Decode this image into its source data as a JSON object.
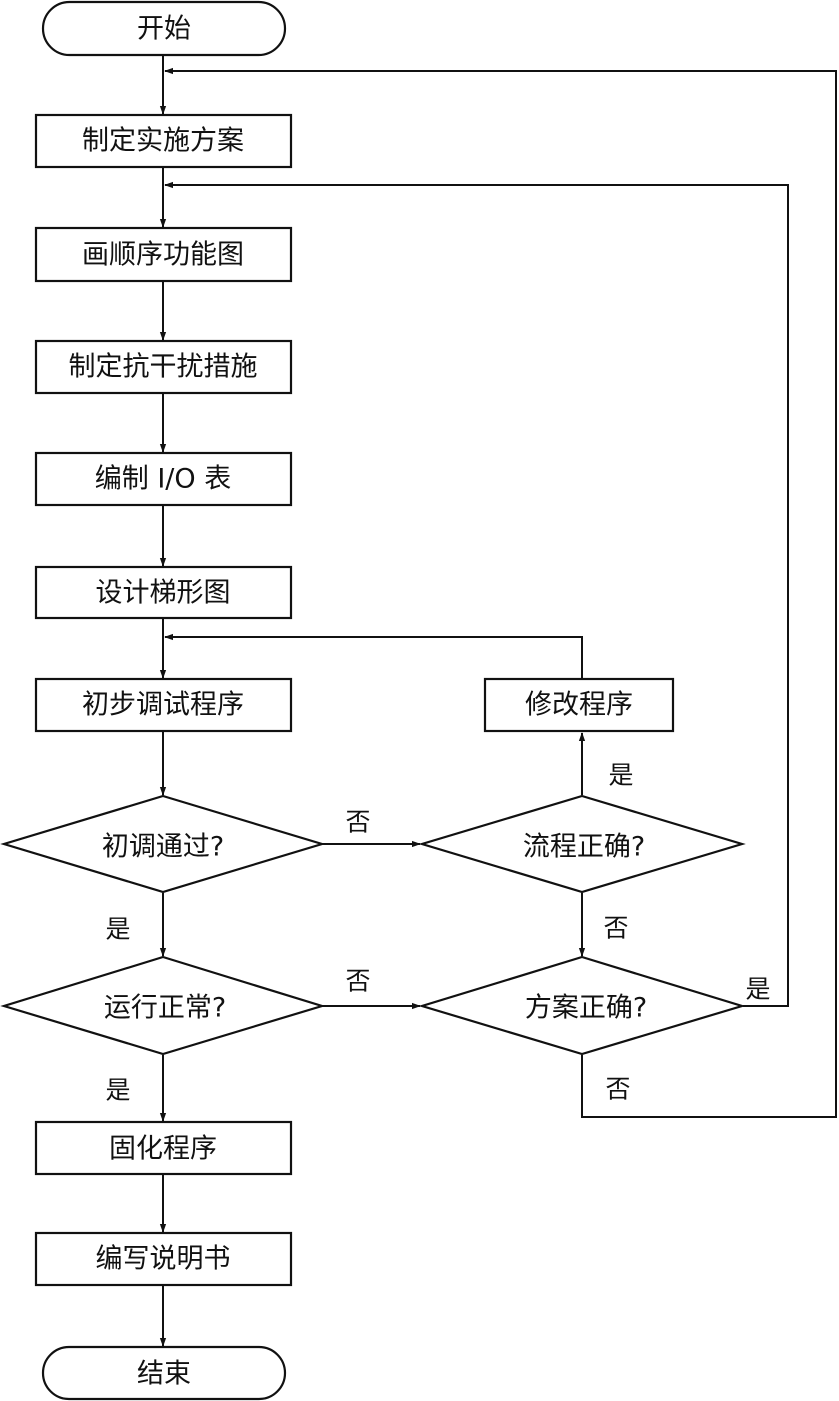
{
  "nodes": {
    "start": "开始",
    "make_plan": "制定实施方案",
    "draw_sfc": "画顺序功能图",
    "anti_interference": "制定抗干扰措施",
    "io_table": "编制 I/O 表",
    "ladder": "设计梯形图",
    "initial_debug": "初步调试程序",
    "modify_program": "修改程序",
    "debug_pass": "初调通过?",
    "flow_correct": "流程正确?",
    "run_normal": "运行正常?",
    "plan_correct": "方案正确?",
    "solidify": "固化程序",
    "write_manual": "编写说明书",
    "end": "结束"
  },
  "edge_labels": {
    "debug_pass_no": "否",
    "flow_correct_yes": "是",
    "flow_correct_no": "否",
    "debug_pass_yes": "是",
    "run_normal_no": "否",
    "plan_correct_yes": "是",
    "run_normal_yes": "是",
    "plan_correct_no": "否"
  },
  "colors": {
    "stroke": "#111111",
    "fill": "#ffffff"
  }
}
